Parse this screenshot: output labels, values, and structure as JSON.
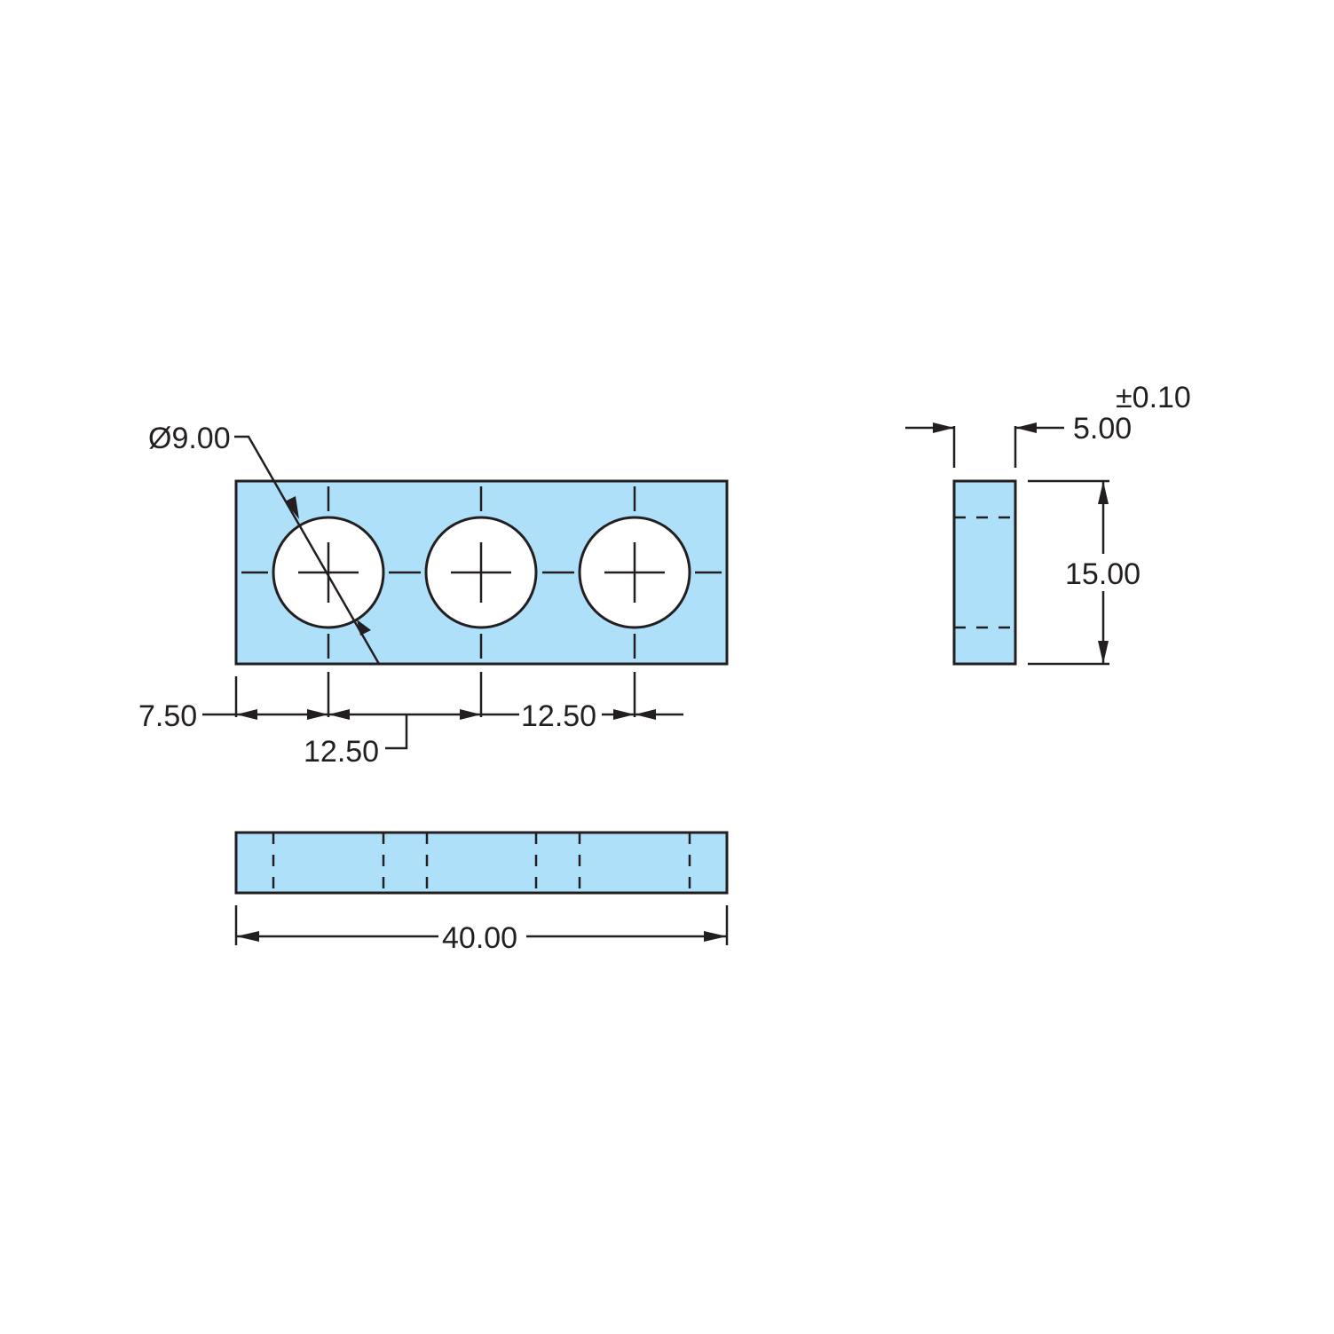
{
  "colors": {
    "part_fill": "#aee1f9",
    "line": "#231f20",
    "background": "#ffffff"
  },
  "dimensions": {
    "hole_diameter": "Ø9.00",
    "edge_to_first_hole": "7.50",
    "hole_spacing_1": "12.50",
    "hole_spacing_2": "12.50",
    "overall_length": "40.00",
    "height": "15.00",
    "thickness": "5.00",
    "tolerance": "±0.10"
  }
}
